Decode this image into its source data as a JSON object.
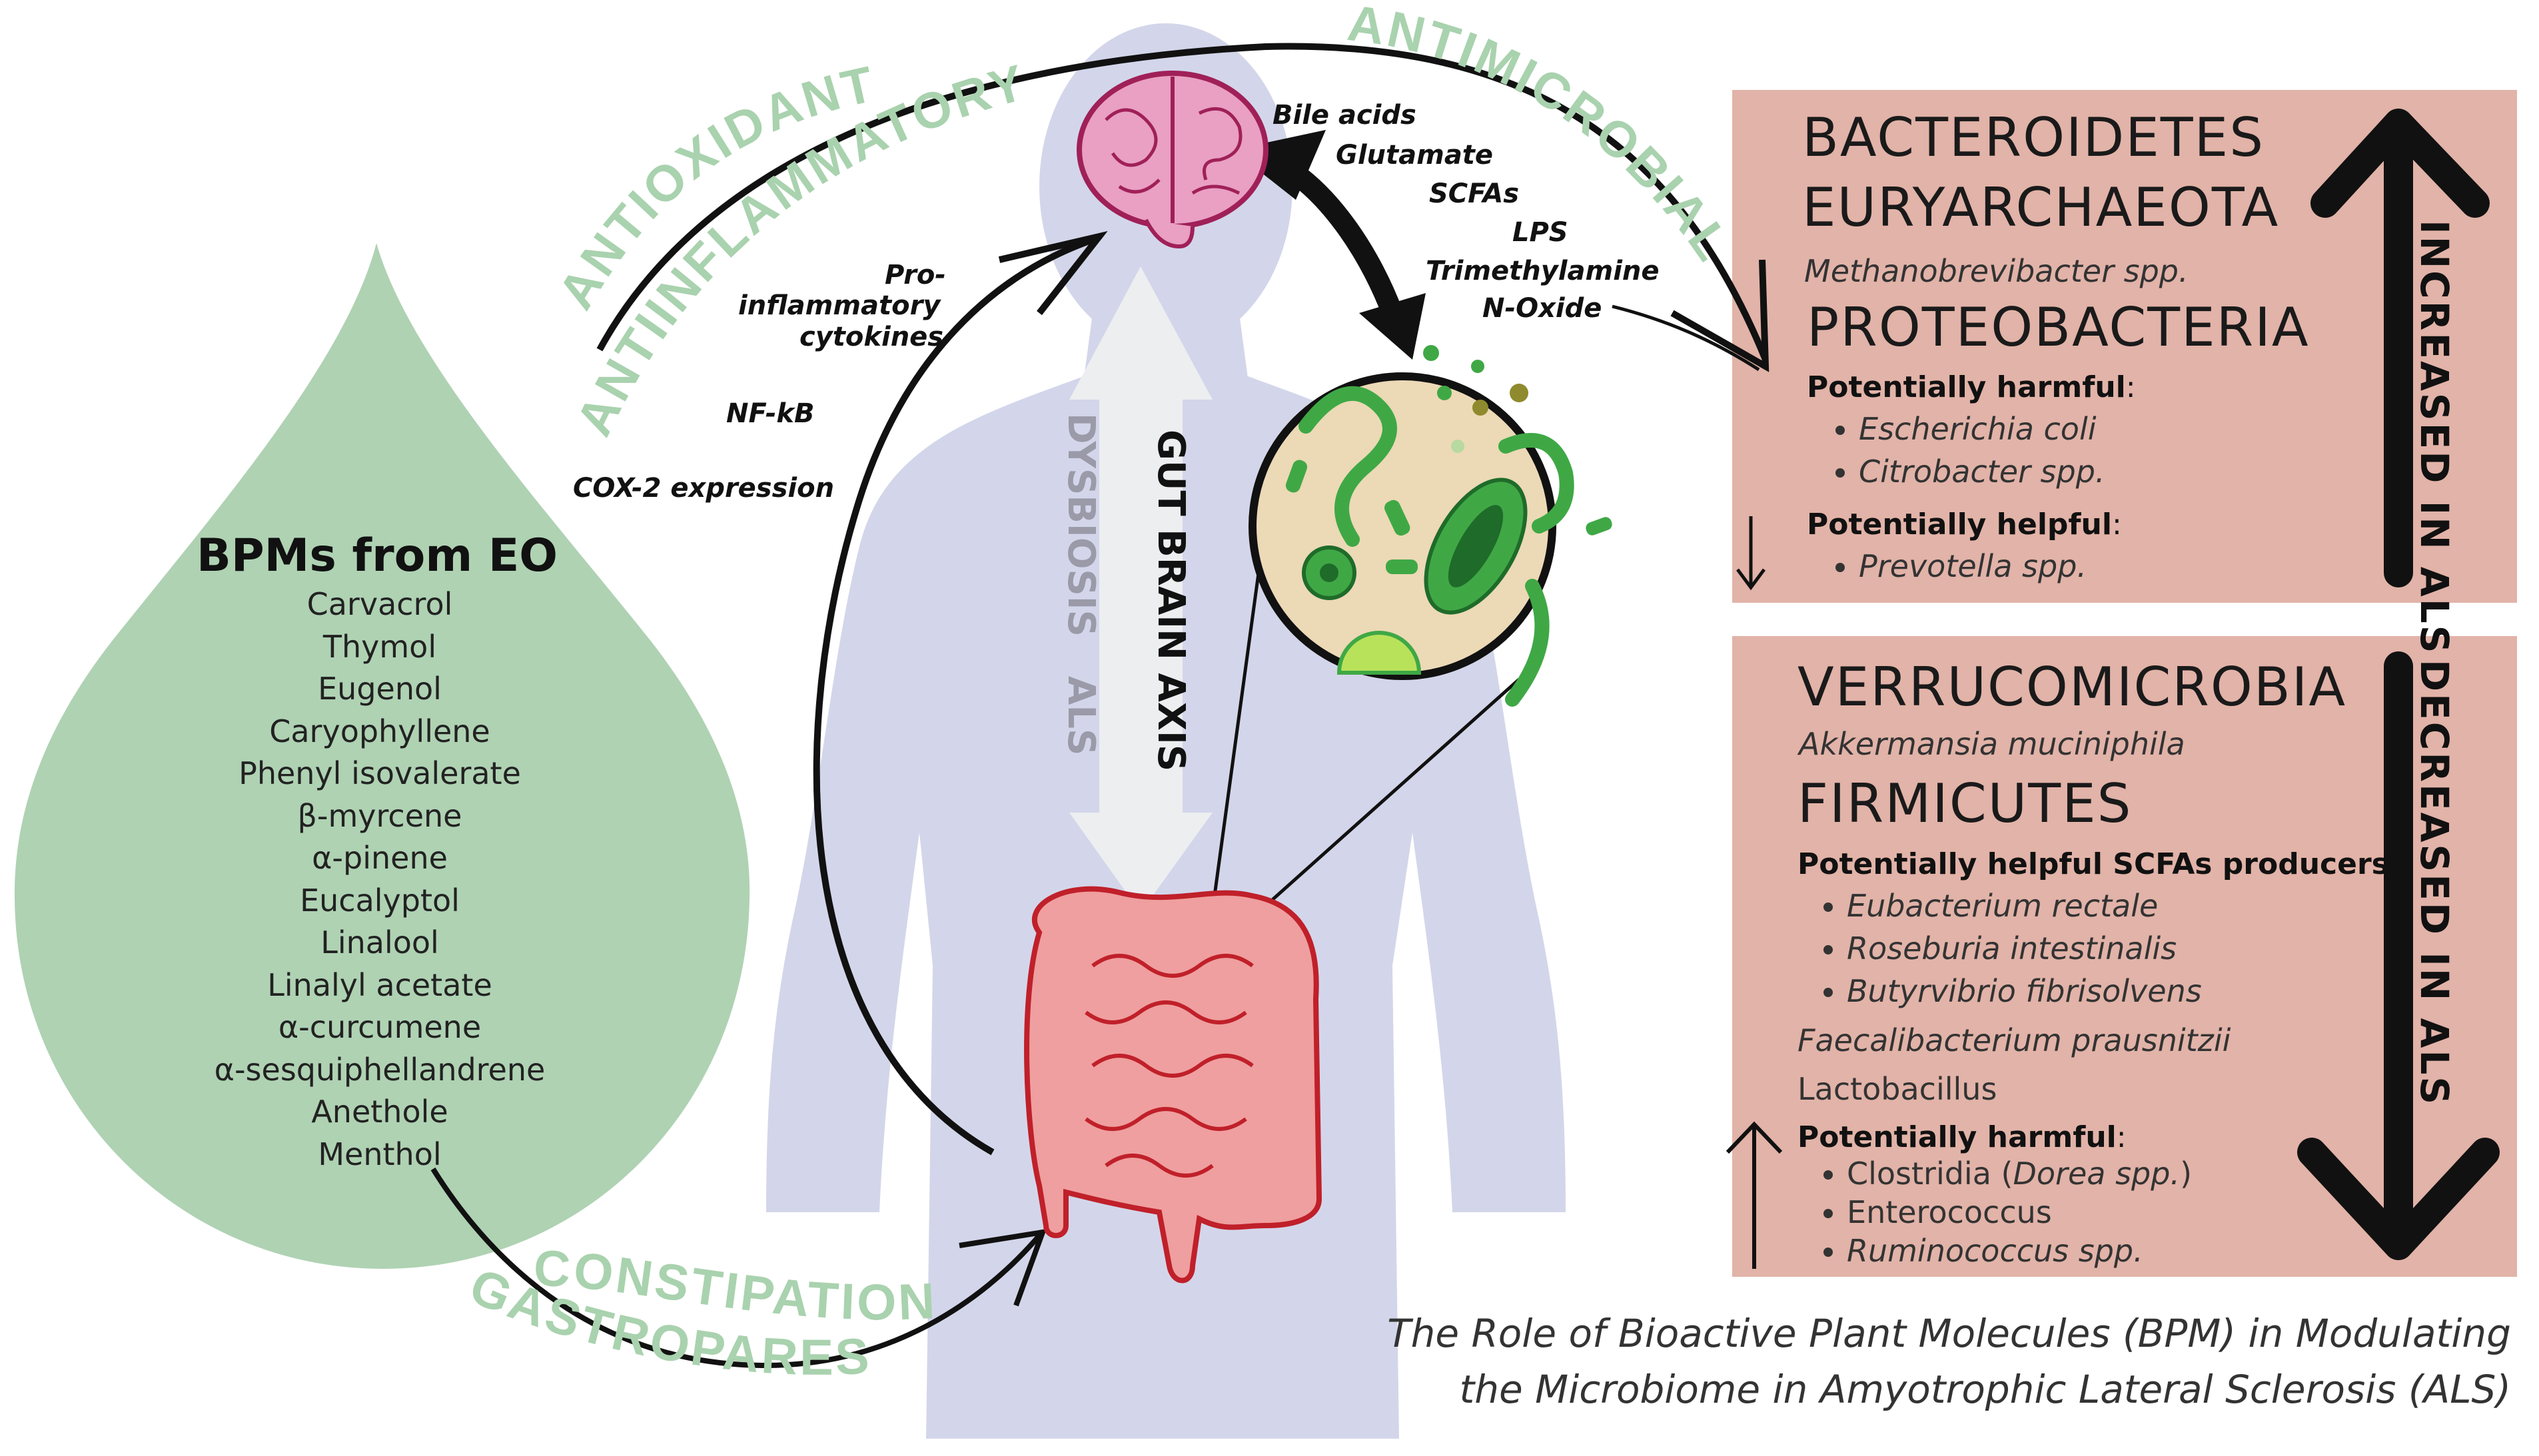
{
  "arc_labels": {
    "antioxidant": "ANTIOXIDANT",
    "antiinflammatory": "ANTIINFLAMMATORY",
    "antimicrobial": "ANTIMICROBIAL",
    "constipation": "CONSTIPATION",
    "gastroparesis": "GASTROPARESIS"
  },
  "signals": {
    "brain_to_gut": [
      "Bile acids",
      "Glutamate",
      "SCFAs",
      "LPS",
      "Trimethylamine",
      "N-Oxide"
    ],
    "inflammation": [
      "Pro-",
      "inflammatory",
      "cytokines"
    ],
    "nfkb": "NF-kB",
    "cox2": "COX-2 expression"
  },
  "axis": {
    "gut_brain": "GUT BRAIN AXIS",
    "dysbiosis": "DYSBIOSIS",
    "als": "ALS"
  },
  "bpm": {
    "title": "BPMs from EO",
    "molecules": [
      "Carvacrol",
      "Thymol",
      "Eugenol",
      "Caryophyllene",
      "Phenyl isovalerate",
      "β-myrcene",
      "α-pinene",
      "Eucalyptol",
      "Linalool",
      "Linalyl acetate",
      "α-curcumene",
      "α-sesquiphellandrene",
      "Anethole",
      "Menthol"
    ]
  },
  "increased": {
    "side_label": "INCREASED IN ALS",
    "phylum1": "BACTEROIDETES",
    "phylum2": "EURYARCHAEOTA",
    "genus2": "Methanobrevibacter spp.",
    "phylum3": "PROTEOBACTERIA",
    "harmful_label": "Potentially harmful",
    "harmful": [
      "Escherichia coli",
      "Citrobacter spp."
    ],
    "helpful_label": "Potentially helpful",
    "helpful": [
      "Prevotella spp."
    ],
    "colon": ":"
  },
  "decreased": {
    "side_label": "DECREASED IN ALS",
    "phylum1": "VERRUCOMICROBIA",
    "genus1": "Akkermansia muciniphila",
    "phylum2": "FIRMICUTES",
    "scfa_label": "Potentially helpful SCFAs producers",
    "scfa": [
      "Eubacterium rectale",
      "Roseburia intestinalis",
      "Butyrvibrio fibrisolvens"
    ],
    "faecali": "Faecalibacterium prausnitzii",
    "lacto": "Lactobacillus",
    "harmful_label": "Potentially harmful",
    "harmful": [
      {
        "name": "Clostridia (",
        "italic": "Dorea spp.",
        "tail": ")"
      },
      {
        "name": "Enterococcus",
        "italic": "",
        "tail": ""
      },
      {
        "name": "",
        "italic": "Ruminococcus spp.",
        "tail": ""
      }
    ],
    "colon": ":"
  },
  "caption": {
    "line1": "The Role of Bioactive Plant  Molecules (BPM) in Modulating",
    "line2": "the Microbiome in Amyotrophic Lateral Sclerosis (ALS)"
  },
  "colors": {
    "panel": "#e2b3a8",
    "drop": "#afd2b3",
    "arc_label": "#a9d2ae",
    "silhouette": "#d3d6ea",
    "brain": "#e9a0c2",
    "gut": "#ef9f9f",
    "circle_bg": "#ecd9b6",
    "microbe": "#3fa845"
  }
}
